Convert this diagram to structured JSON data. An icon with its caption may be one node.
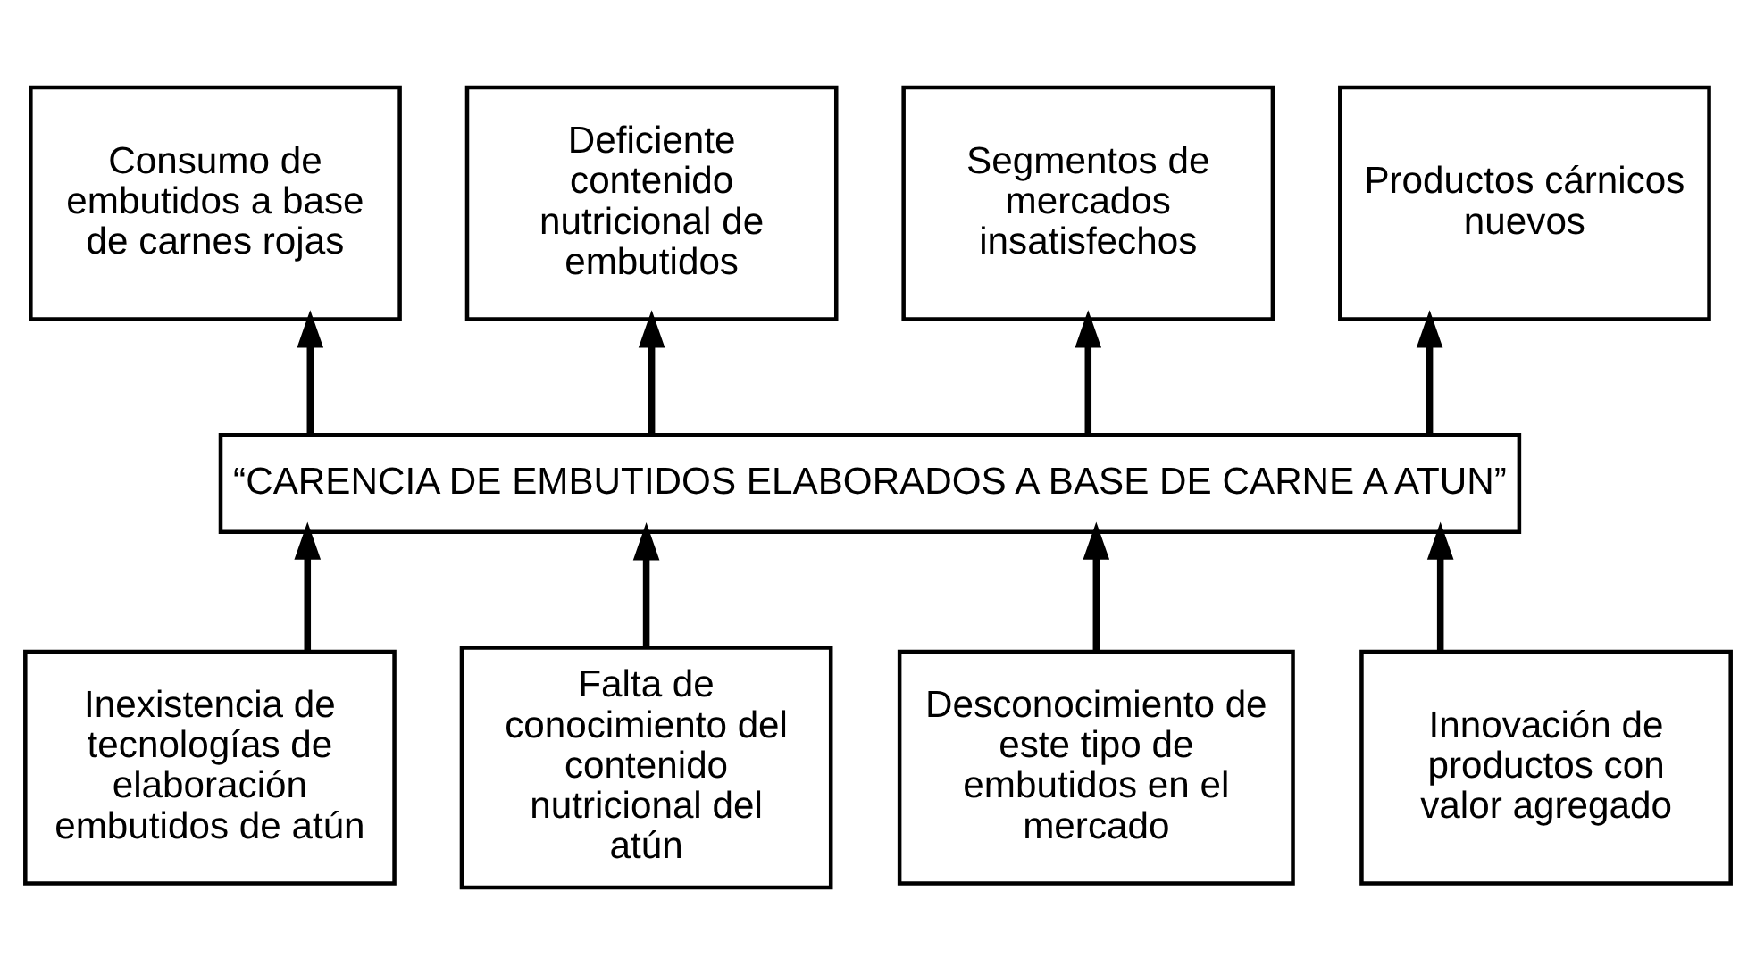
{
  "diagram": {
    "nodes": [
      {
        "text": [
          "Consumo de embutidos a base de carnes rojas"
        ]
      },
      {
        "text": [
          "Deficiente contenido nutricional de embutidos"
        ]
      },
      {
        "text": [
          "Segmentos de mercados insatisfechos"
        ]
      },
      {
        "text": [
          "Productos cárnicos nuevos"
        ]
      },
      {
        "text": [
          "“CARENCIA DE EMBUTIDOS ELABORADOS A BASE DE CARNE A ATUN”"
        ]
      },
      {
        "text": [
          "Inexistencia de tecnologías de elaboración embutidos de atún"
        ]
      },
      {
        "text": [
          "Falta de conocimiento del contenido nutricional del atún"
        ]
      },
      {
        "text": [
          "Desconocimiento de este tipo de embutidos en el mercado"
        ]
      },
      {
        "text": [
          "Innovación de productos con valor agregado"
        ]
      }
    ],
    "edges": [
      {
        "from": 4,
        "to": 0,
        "arrow": "to"
      },
      {
        "from": 4,
        "to": 1,
        "arrow": "to"
      },
      {
        "from": 4,
        "to": 2,
        "arrow": "to"
      },
      {
        "from": 4,
        "to": 3,
        "arrow": "to"
      },
      {
        "from": 5,
        "to": 4,
        "arrow": "to"
      },
      {
        "from": 6,
        "to": 4,
        "arrow": "to"
      },
      {
        "from": 7,
        "to": 4,
        "arrow": "to"
      },
      {
        "from": 8,
        "to": 4,
        "arrow": "to"
      }
    ]
  }
}
